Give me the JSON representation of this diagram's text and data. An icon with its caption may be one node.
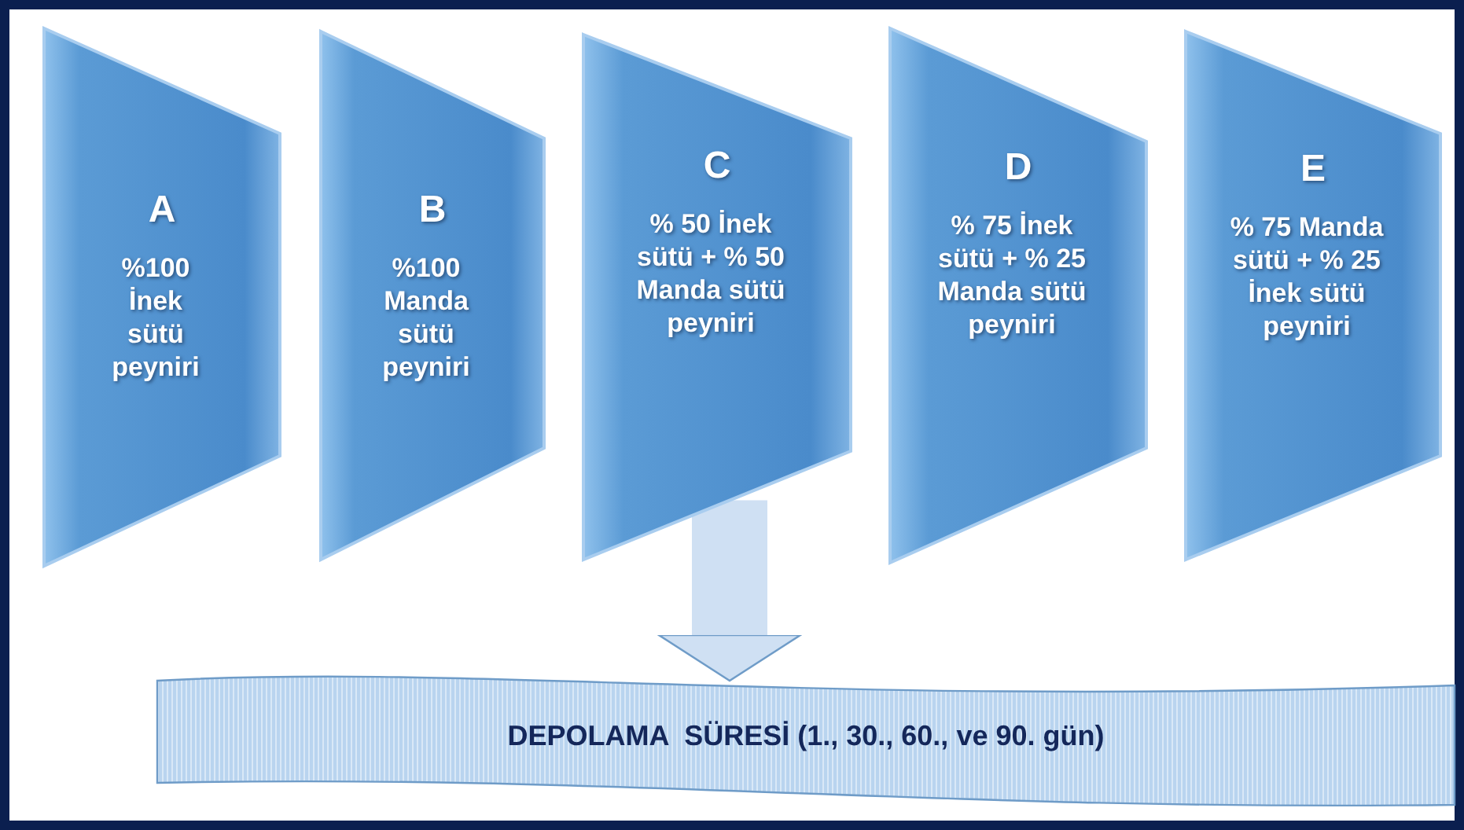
{
  "diagram": {
    "nodes": [
      {
        "text": [
          "A",
          "%100 İnek sütü peyniri"
        ]
      },
      {
        "text": [
          "B",
          "%100 Manda sütü peyniri"
        ]
      },
      {
        "text": [
          "C",
          "% 50 İnek sütü + % 50 Manda sütü peyniri"
        ]
      },
      {
        "text": [
          "D",
          "% 75 İnek sütü + % 25 Manda sütü peyniri"
        ]
      },
      {
        "text": [
          "E",
          "% 75 Manda sütü + % 25 İnek sütü peyniri"
        ]
      },
      {
        "text": [
          "DEPOLAMA  SÜRESİ (1., 30., 60., ve 90. gün)"
        ]
      }
    ],
    "edges": [
      {
        "from": 2,
        "to": 5,
        "arrow": "to"
      }
    ]
  }
}
